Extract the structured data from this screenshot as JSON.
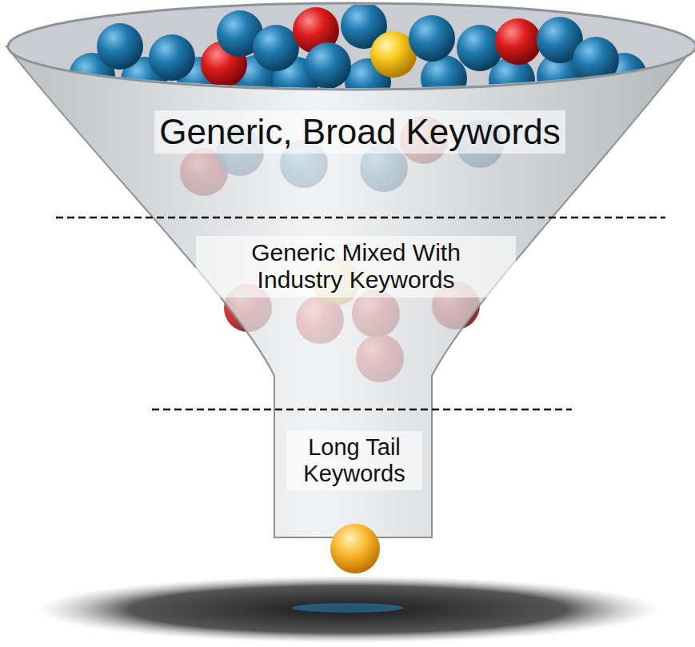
{
  "diagram": {
    "nodes": [
      {
        "text": [
          "Generic, Broad Keywords"
        ]
      },
      {
        "text": [
          "Generic Mixed With Industry Keywords"
        ]
      },
      {
        "text": [
          "Long Tail Keywords"
        ]
      }
    ]
  }
}
